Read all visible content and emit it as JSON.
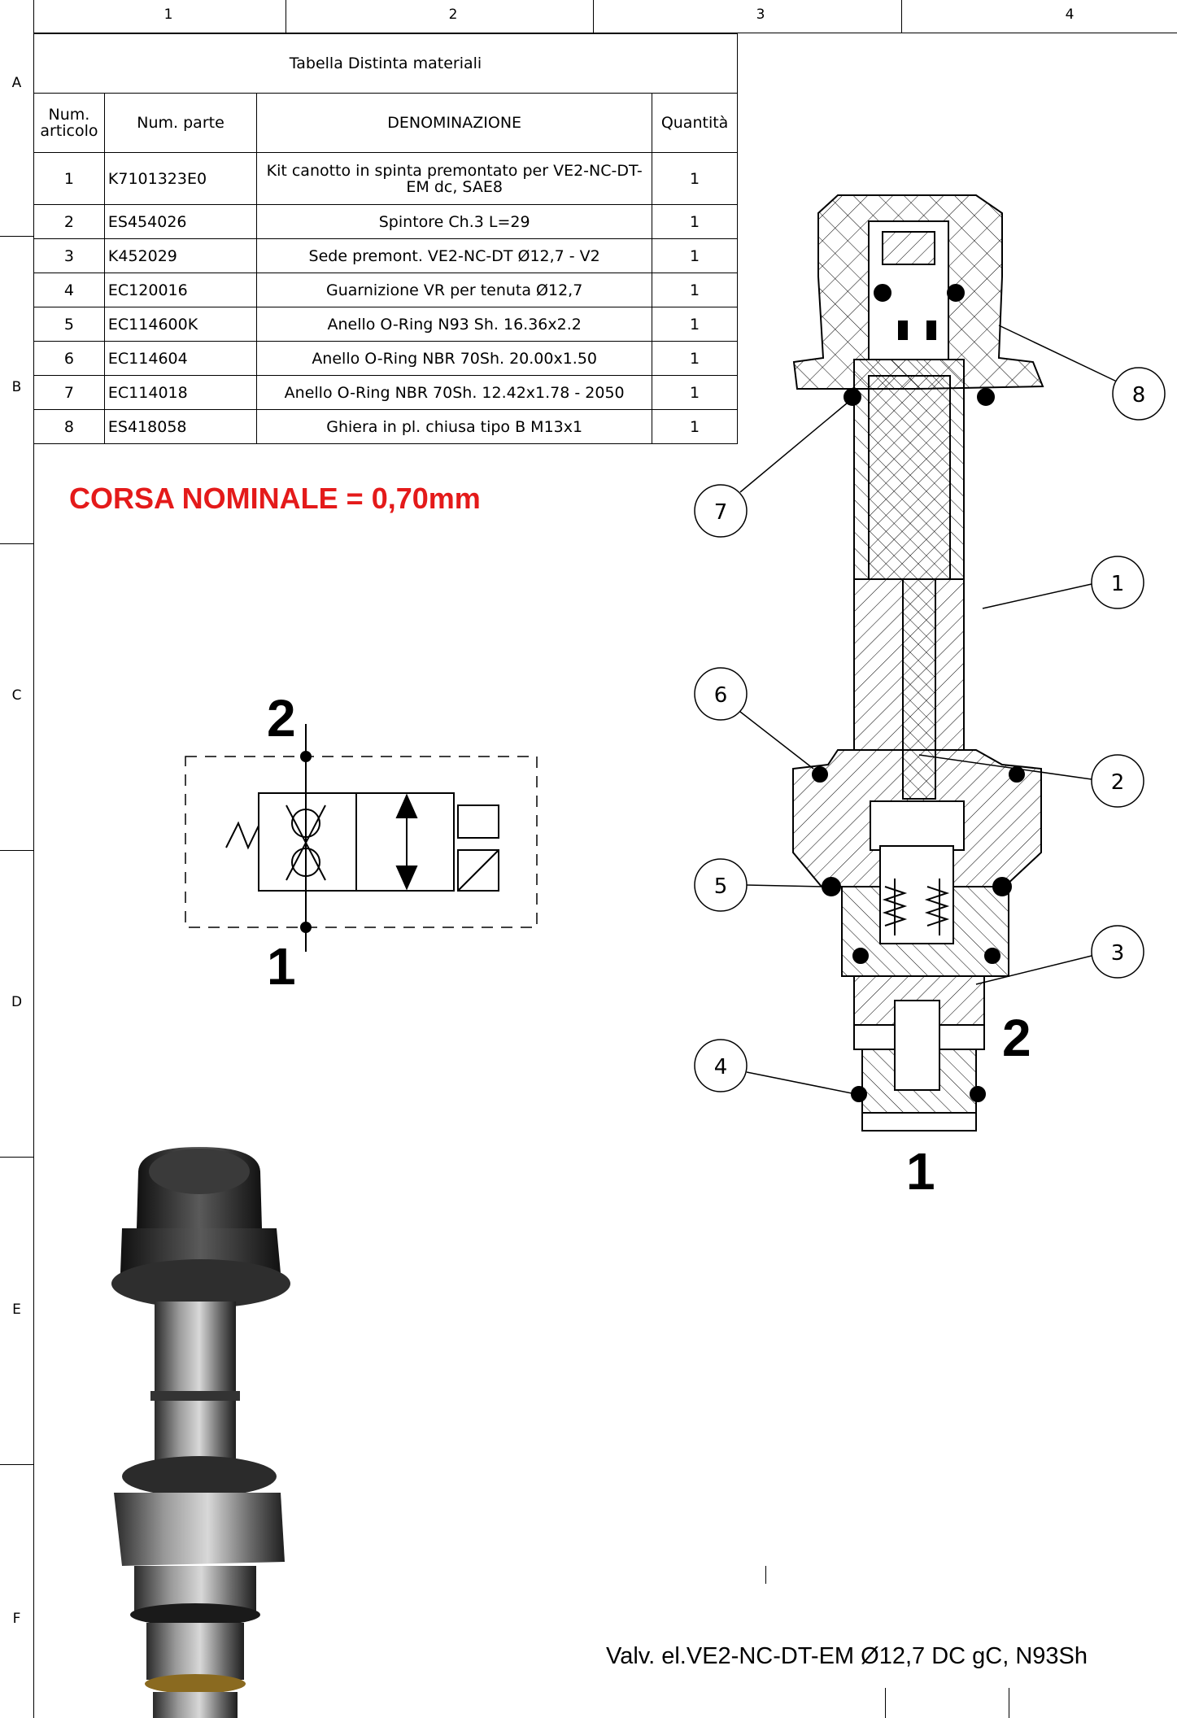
{
  "sheet": {
    "columns": [
      "1",
      "2",
      "3",
      "4"
    ],
    "rows": [
      "A",
      "B",
      "C",
      "D",
      "E",
      "F"
    ]
  },
  "bom": {
    "title": "Tabella Distinta materiali",
    "headers": {
      "num": "Num. articolo",
      "part": "Num. parte",
      "name": "DENOMINAZIONE",
      "qty": "Quantità"
    },
    "items": [
      {
        "num": "1",
        "part": "K7101323E0",
        "name": "Kit canotto in spinta premontato per VE2-NC-DT-EM dc, SAE8",
        "qty": "1"
      },
      {
        "num": "2",
        "part": "ES454026",
        "name": "Spintore Ch.3 L=29",
        "qty": "1"
      },
      {
        "num": "3",
        "part": "K452029",
        "name": "Sede premont. VE2-NC-DT Ø12,7 - V2",
        "qty": "1"
      },
      {
        "num": "4",
        "part": "EC120016",
        "name": "Guarnizione VR per tenuta Ø12,7",
        "qty": "1"
      },
      {
        "num": "5",
        "part": "EC114600K",
        "name": "Anello O-Ring N93 Sh. 16.36x2.2",
        "qty": "1"
      },
      {
        "num": "6",
        "part": "EC114604",
        "name": "Anello O-Ring NBR 70Sh. 20.00x1.50",
        "qty": "1"
      },
      {
        "num": "7",
        "part": "EC114018",
        "name": "Anello O-Ring NBR 70Sh. 12.42x1.78 - 2050",
        "qty": "1"
      },
      {
        "num": "8",
        "part": "ES418058",
        "name": "Ghiera in pl. chiusa tipo B M13x1",
        "qty": "1"
      }
    ]
  },
  "note": {
    "stroke": "CORSA NOMINALE = 0,70mm",
    "color": "#e41a1a"
  },
  "symbol": {
    "port_top": "2",
    "port_bottom": "1"
  },
  "section": {
    "balloons": [
      "1",
      "2",
      "3",
      "4",
      "5",
      "6",
      "7",
      "8"
    ],
    "port_side": "2",
    "port_bottom": "1"
  },
  "title_block": {
    "description": "Valv. el.VE2-NC-DT-EM  Ø12,7 DC gC, N93Sh"
  }
}
